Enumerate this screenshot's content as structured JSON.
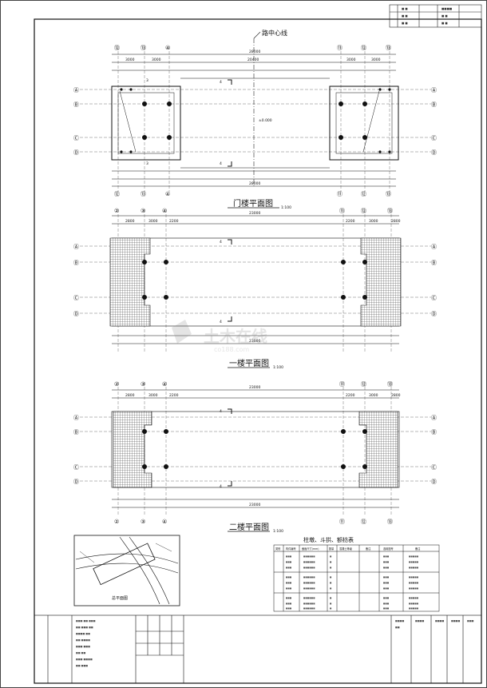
{
  "centerline_label": "路中心线",
  "plans": [
    {
      "title": "门楼平面图",
      "scale": "1:100",
      "axes_top": [
        "⑫",
        "⑬",
        "④",
        "⑪",
        "⑫",
        "⑬"
      ],
      "axes_left": [
        "Ⓐ",
        "Ⓑ",
        "Ⓒ",
        "Ⓓ"
      ],
      "dims_top": [
        "3000",
        "3000",
        "20400",
        "3000",
        "3000"
      ],
      "overall": "28000",
      "level": "±0.000"
    },
    {
      "title": "一楼平面图",
      "scale": "1:100",
      "axes_top": [
        "②",
        "③",
        "④",
        "⑪",
        "⑫",
        "⑬"
      ],
      "axes_left": [
        "Ⓐ",
        "Ⓑ",
        "Ⓒ",
        "Ⓓ"
      ],
      "dims_top": [
        "2800",
        "3000",
        "2200",
        "2200",
        "3000",
        "2800"
      ],
      "overall": "23000"
    },
    {
      "title": "二楼平面图",
      "scale": "1:100",
      "axes_top": [
        "②",
        "③",
        "④",
        "⑪",
        "⑫",
        "⑬"
      ],
      "axes_left": [
        "Ⓐ",
        "Ⓑ",
        "Ⓒ",
        "Ⓓ"
      ],
      "dims_top": [
        "2800",
        "3000",
        "2200",
        "2200",
        "3000",
        "2800"
      ],
      "overall": "23000"
    }
  ],
  "section_marks": [
    "3",
    "3",
    "4",
    "4"
  ],
  "site_plan": {
    "title": "总平面图"
  },
  "table": {
    "title": "柱墩、斗拱、额枋表",
    "headers": [
      "类别",
      "构件编号",
      "截面尺寸(mm)",
      "数量",
      "混凝土等级",
      "备注",
      "选用图号",
      "备注"
    ]
  },
  "watermark": "土木在线",
  "watermark_sub": "co188.com"
}
